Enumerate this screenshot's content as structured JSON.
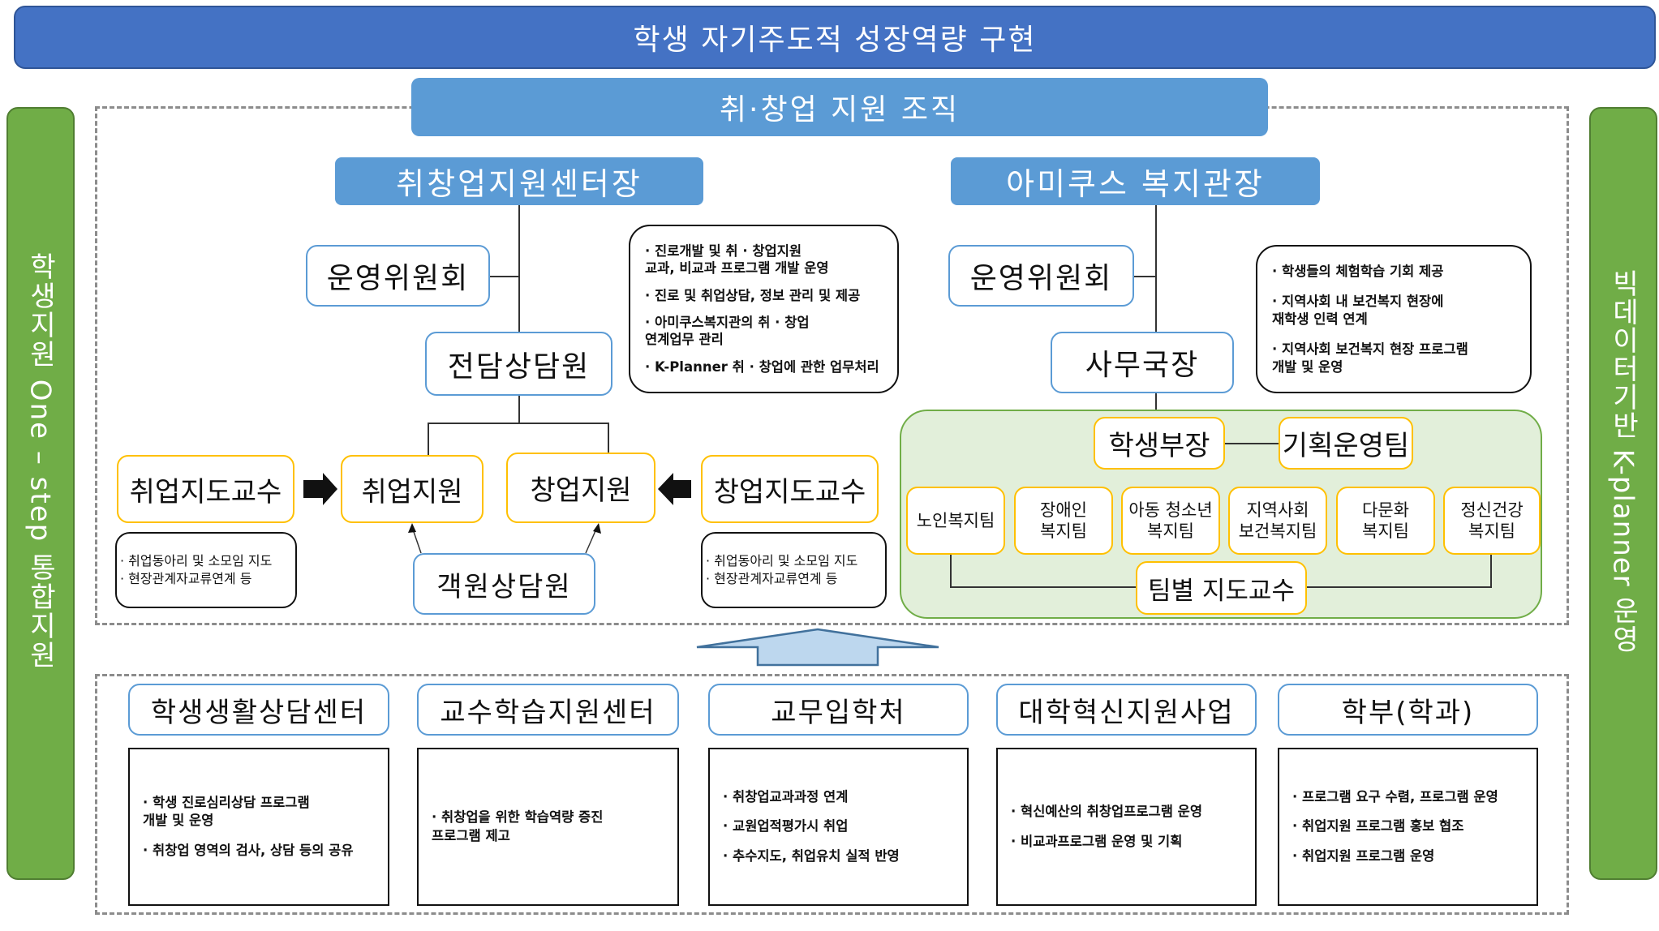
{
  "banner": {
    "top_title": "학생 자기주도적 성장역량 구현",
    "org_title": "취·창업 지원 조직"
  },
  "side": {
    "left": "학생지원 One – step 통합지원",
    "right": "빅데이터기반 K-planner 운영"
  },
  "career_center": {
    "head": "취창업지원센터장",
    "committee": "운영위원회",
    "counselor": "전담상담원",
    "duties": [
      "· 진로개발 및 취 · 창업지원\n교과, 비교과 프로그램 개발 운영",
      "· 진로 및 취업상담, 정보 관리 및 제공",
      "· 아미쿠스복지관의 취 · 창업\n연계업무 관리",
      "· K-Planner 취 · 창업에 관한 업무처리"
    ],
    "employment_support": "취업지원",
    "startup_support": "창업지원",
    "employment_professor": "취업지도교수",
    "startup_professor": "창업지도교수",
    "guest_counselor": "객원상담원",
    "employment_professor_duties": [
      "· 취업동아리 및 소모임 지도",
      "· 현장관계자교류연계 등"
    ],
    "startup_professor_duties": [
      "· 취업동아리 및 소모임 지도",
      "· 현장관계자교류연계 등"
    ]
  },
  "welfare_center": {
    "head": "아미쿠스 복지관장",
    "committee": "운영위원회",
    "secretary_general": "사무국장",
    "duties": [
      "· 학생들의 체험학습 기회 제공",
      "· 지역사회 내 보건복지 현장에\n재학생 인력 연계",
      "· 지역사회 보건복지 현장 프로그램\n개발 및 운영"
    ],
    "student_manager": "학생부장",
    "planning_team": "기획운영팀",
    "teams": [
      "노인복지팀",
      "장애인\n복지팀",
      "아동 청소년\n복지팀",
      "지역사회\n보건복지팀",
      "다문화\n복지팀",
      "정신건강\n복지팀"
    ],
    "team_professor": "팀별 지도교수"
  },
  "departments": [
    {
      "name": "학생생활상담센터",
      "items": [
        "· 학생 진로심리상담 프로그램\n개발 및 운영",
        "· 취창업 영역의 검사, 상담 등의 공유"
      ]
    },
    {
      "name": "교수학습지원센터",
      "items": [
        "· 취창업을 위한 학습역량 증진\n프로그램 제고"
      ]
    },
    {
      "name": "교무입학처",
      "items": [
        "· 취창업교과과정 연계",
        "· 교원업적평가시 취업",
        "· 추수지도, 취업유치 실적 반영"
      ]
    },
    {
      "name": "대학혁신지원사업",
      "items": [
        "· 혁신예산의 취창업프로그램 운영",
        "· 비교과프로그램 운영 및 기획"
      ]
    },
    {
      "name": "학부(학과)",
      "items": [
        "· 프로그램 요구 수렴, 프로그램 운영",
        "· 취업지원 프로그램 홍보 협조",
        "· 취업지원 프로그램 운영"
      ]
    }
  ],
  "colors": {
    "banner_dark_blue": "#4472c4",
    "banner_light_blue": "#5b9bd5",
    "side_green": "#70ad47",
    "node_gold": "#ffc000",
    "panel_green": "#e2efda",
    "up_arrow_fill": "#bdd7ee"
  }
}
